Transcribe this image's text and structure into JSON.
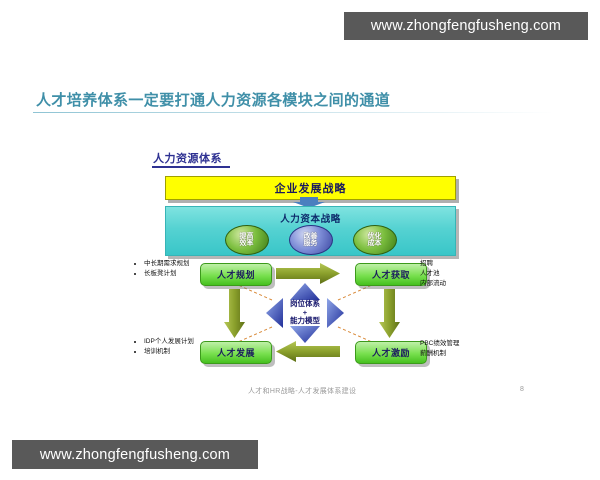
{
  "watermark": {
    "top_text": "www.zhongfengfusheng.com",
    "bottom_text": "www.zhongfengfusheng.com",
    "bg_color": "#595959",
    "text_color": "#ffffff"
  },
  "slide": {
    "title": "人才培养体系一定要打通人力资源各模块之间的通道",
    "title_color": "#3f8fa8",
    "footer_note": "人才和HR战略-人才发展体系建设",
    "page_number": "8"
  },
  "diagram": {
    "heading": "人力资源体系",
    "heading_color": "#2e3192",
    "strategy_bar": {
      "label": "企业发展战略",
      "fill": "#ffff00",
      "text_color": "#1a1a5e"
    },
    "capital_box": {
      "title": "人力资本战略",
      "fill": "#55d2d2",
      "circles": [
        {
          "line1": "提高",
          "line2": "效率",
          "color": "#7cbf3f",
          "style": "green"
        },
        {
          "line1": "改善",
          "line2": "服务",
          "color": "#7f8fd8",
          "style": "blue"
        },
        {
          "line1": "优化",
          "line2": "成本",
          "color": "#7cbf3f",
          "style": "green"
        }
      ]
    },
    "modules": [
      {
        "id": "planning",
        "label": "人才规划",
        "position": "top-left"
      },
      {
        "id": "acquisition",
        "label": "人才获取",
        "position": "top-right"
      },
      {
        "id": "development",
        "label": "人才发展",
        "position": "bottom-left"
      },
      {
        "id": "incentive",
        "label": "人才激励",
        "position": "bottom-right"
      }
    ],
    "module_fill": "#79e04f",
    "module_text_color": "#1a1a5e",
    "center": {
      "line1": "岗位体系",
      "line2": "+",
      "line3": "能力模型",
      "arrow_color": "#3a4fb8"
    },
    "flow_arrow_color": "#7f9a2b",
    "notes": {
      "top_left": [
        "中长期需求规划",
        "长板凳计划"
      ],
      "bottom_left": [
        "IDP个人发展计划",
        "培训机制"
      ],
      "top_right": [
        "招聘",
        "人才池",
        "内部流动"
      ],
      "bottom_right": [
        "PBC绩效管理",
        "薪酬机制"
      ]
    }
  }
}
